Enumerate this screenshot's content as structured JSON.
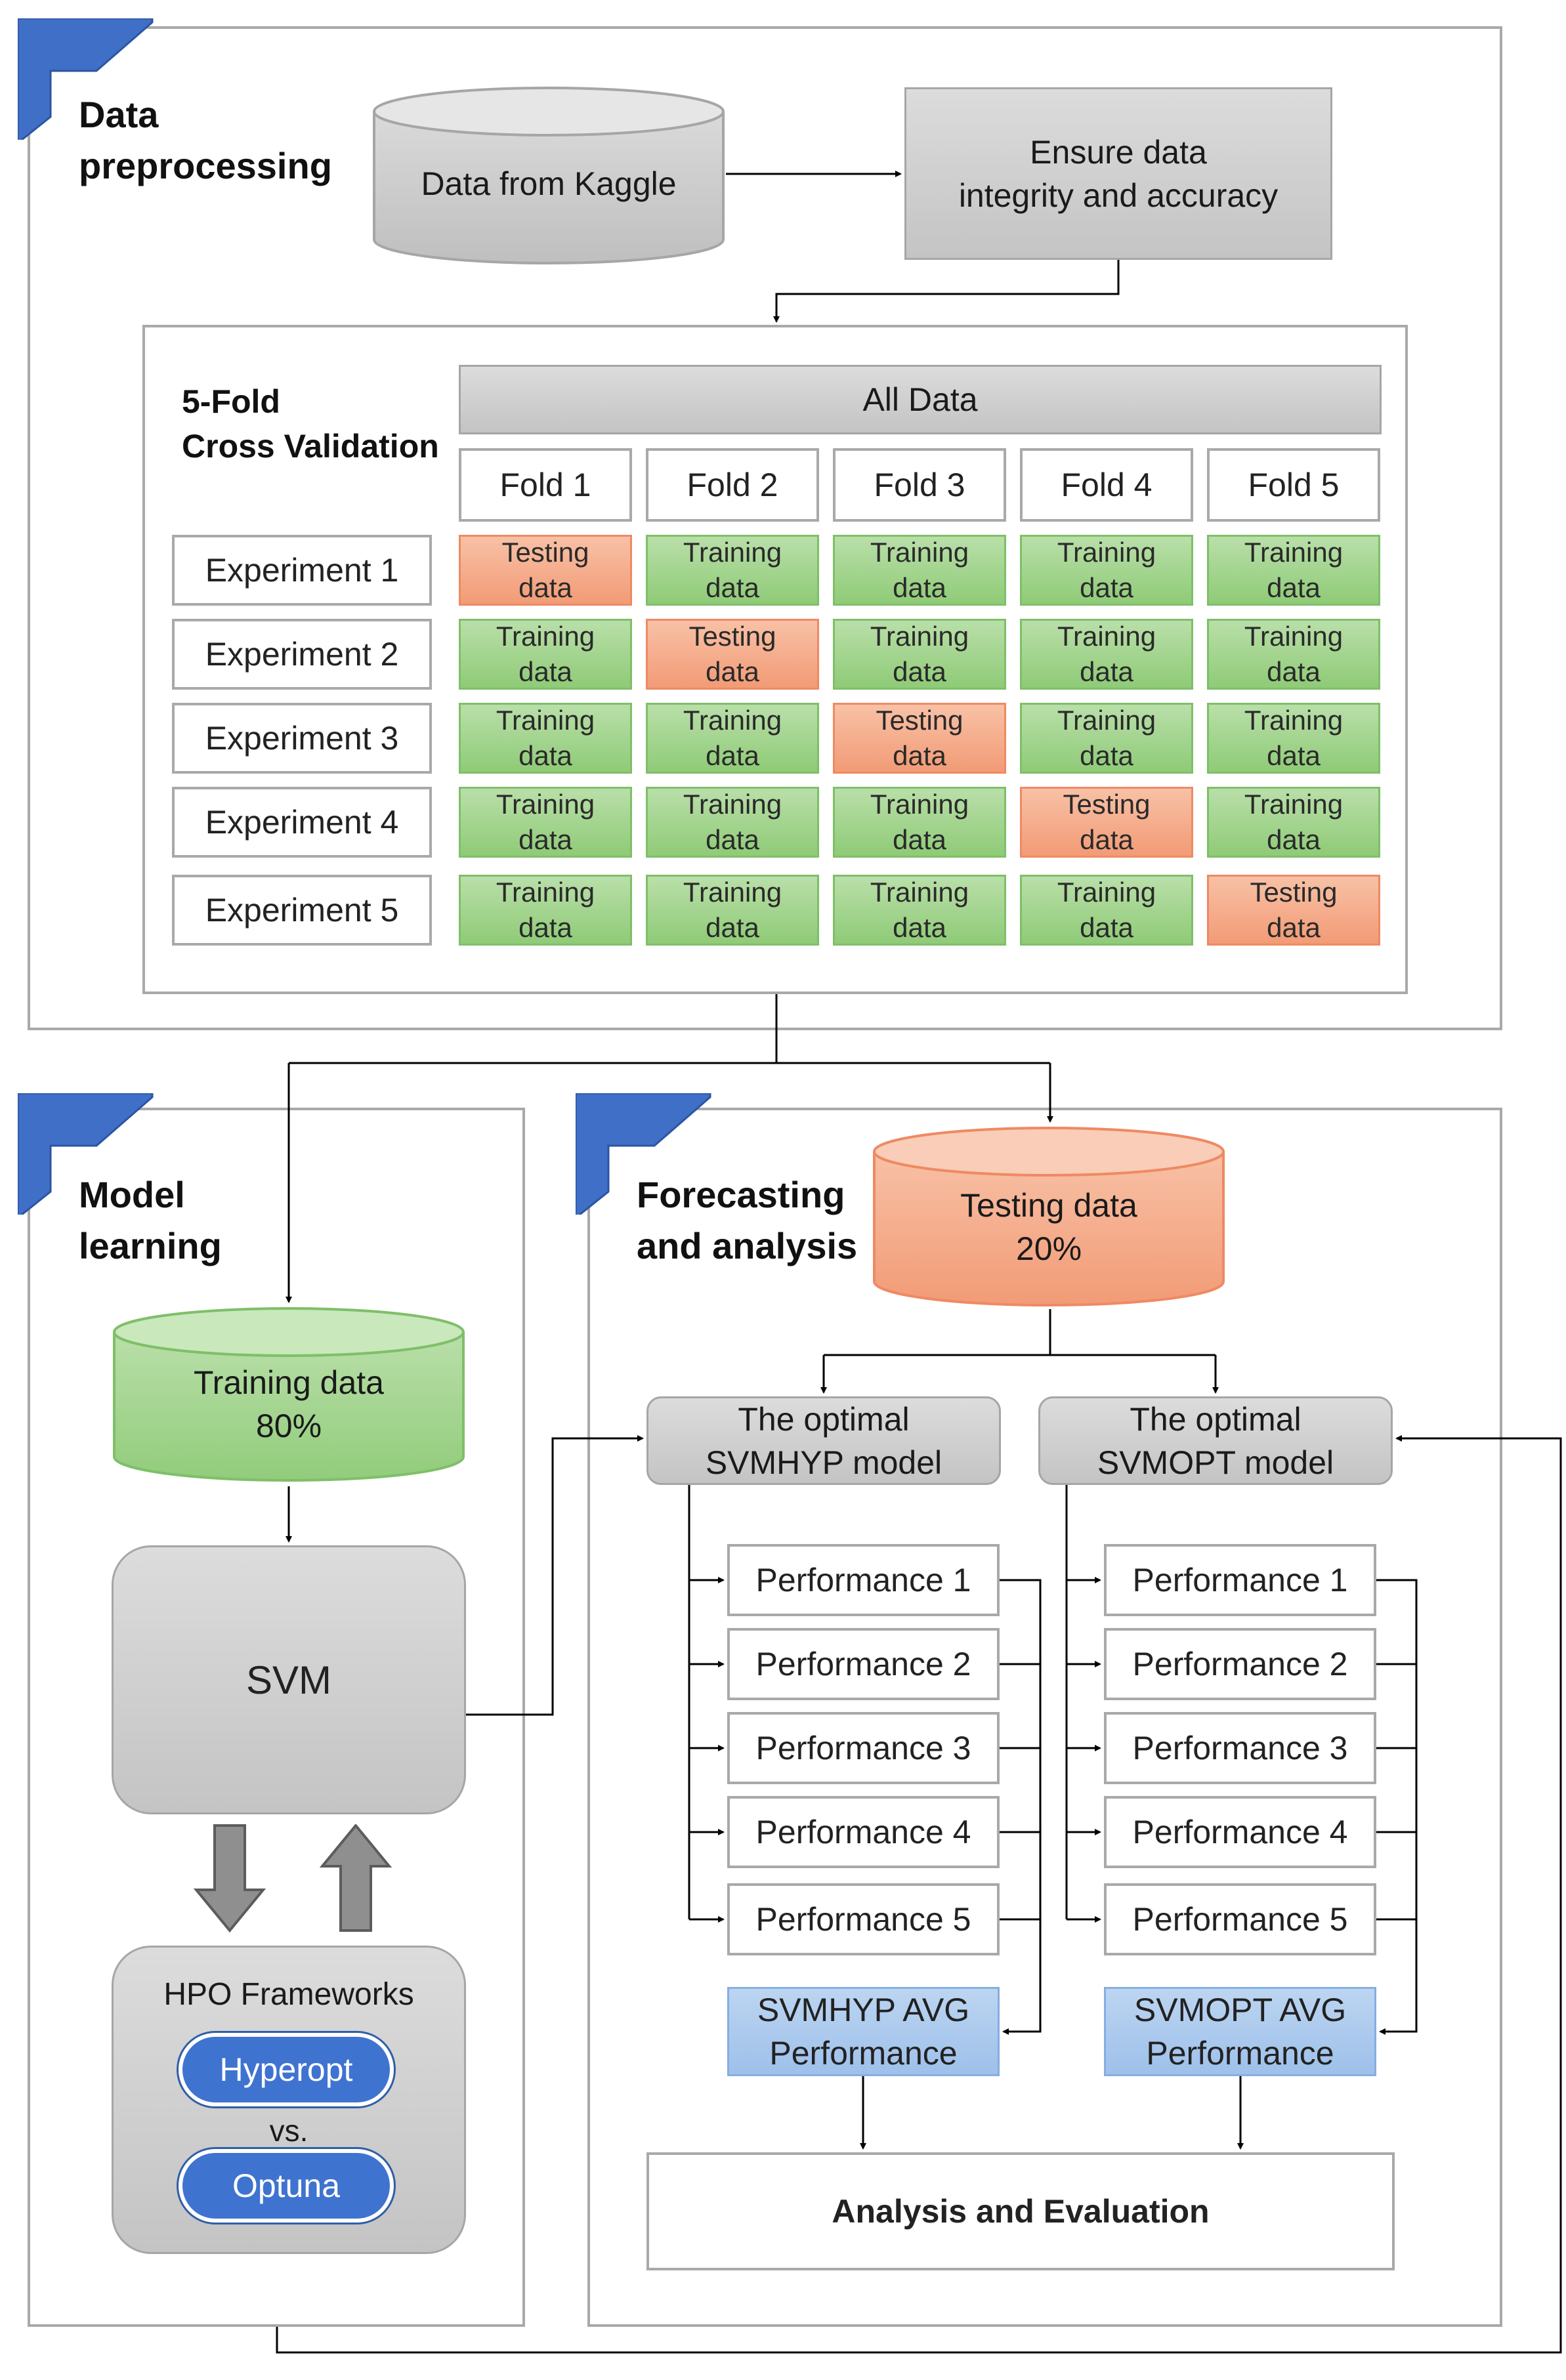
{
  "sections": {
    "preprocessing": "Data\npreprocessing",
    "learning": "Model\nlearning",
    "forecasting": "Forecasting\nand analysis"
  },
  "preprocessing": {
    "kaggle": "Data from Kaggle",
    "integrity": "Ensure data\nintegrity and accuracy"
  },
  "cv": {
    "title": "5-Fold\nCross Validation",
    "all_data": "All Data",
    "folds": [
      "Fold 1",
      "Fold 2",
      "Fold 3",
      "Fold 4",
      "Fold 5"
    ],
    "experiments": [
      "Experiment 1",
      "Experiment 2",
      "Experiment 3",
      "Experiment 4",
      "Experiment 5"
    ],
    "training_label": "Training\ndata",
    "testing_label": "Testing\ndata",
    "testing_fold_index": [
      0,
      1,
      2,
      3,
      4
    ]
  },
  "learning": {
    "training_data": "Training data\n80%",
    "svm": "SVM",
    "hpo_title": "HPO Frameworks",
    "hyperopt": "Hyperopt",
    "vs": "vs.",
    "optuna": "Optuna"
  },
  "forecasting": {
    "testing_data": "Testing data\n20%",
    "model_hyp": "The optimal\nSVMHYP model",
    "model_opt": "The optimal\nSVMOPT model",
    "performances": [
      "Performance 1",
      "Performance 2",
      "Performance 3",
      "Performance 4",
      "Performance 5"
    ],
    "avg_hyp": "SVMHYP AVG\nPerformance",
    "avg_opt": "SVMOPT AVG\nPerformance",
    "analysis": "Analysis and Evaluation"
  },
  "colors": {
    "corner_blue": "#3f6fc6",
    "training_green": "#9fd38b",
    "testing_orange": "#f4a582",
    "avg_blue": "#a9c7ee",
    "gray_box": "#cfcfcf"
  }
}
